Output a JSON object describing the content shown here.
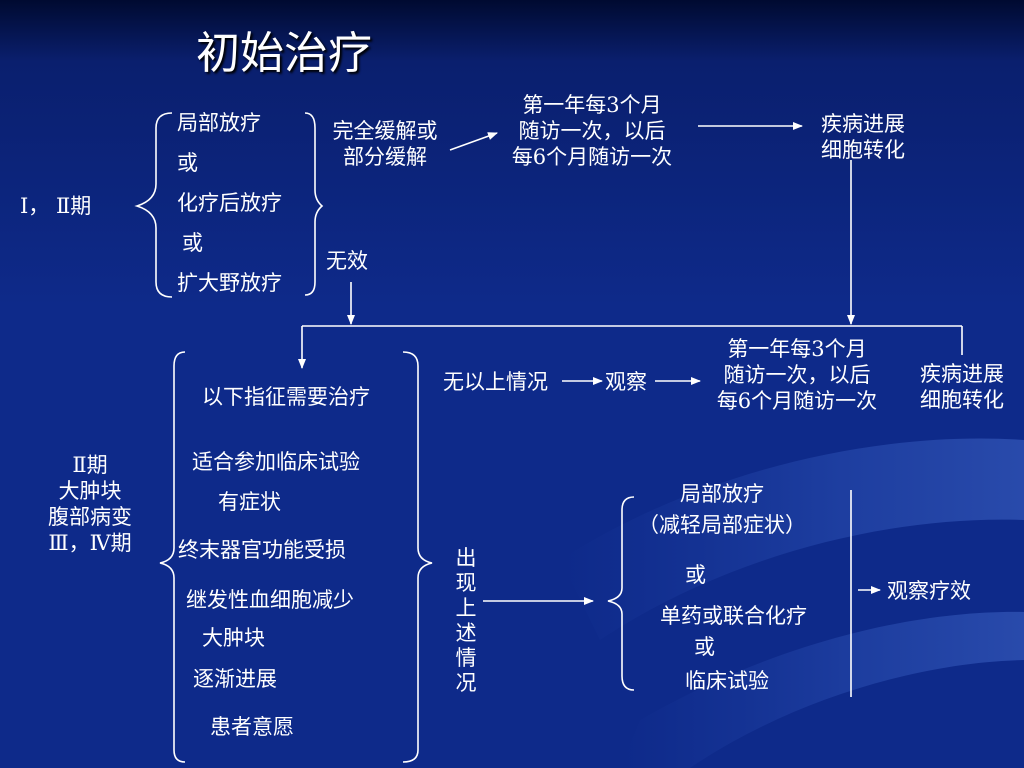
{
  "title": "初始治疗",
  "stage12": "Ⅰ， Ⅱ期",
  "initial_options": [
    "局部放疗",
    "或",
    "化疗后放疗",
    "或",
    "扩大野放疗"
  ],
  "remission": [
    "完全缓解或",
    "部分缓解"
  ],
  "followup_top": [
    "第一年每3个月",
    "随访一次，以后",
    "每6个月随访一次"
  ],
  "progress_top": [
    "疾病进展",
    "细胞转化"
  ],
  "ineffective": "无效",
  "advanced_stage": [
    "Ⅱ期",
    "大肿块",
    "腹部病变",
    "Ⅲ，Ⅳ期"
  ],
  "indications": [
    "以下指征需要治疗",
    "适合参加临床试验",
    "有症状",
    "终末器官功能受损",
    "继发性血细胞减少",
    "大肿块",
    "逐渐进展",
    "患者意愿"
  ],
  "none_above": "无以上情况",
  "observe": "观察",
  "followup_mid": [
    "第一年每3个月",
    "随访一次，以后",
    "每6个月随访一次"
  ],
  "progress_mid": [
    "疾病进展",
    "细胞转化"
  ],
  "occurs": "出现上述情况",
  "treatment_options": [
    "局部放疗",
    "（减轻局部症状）",
    "或",
    "单药或联合化疗",
    "或",
    "临床试验"
  ],
  "observe_effect": "观察疗效",
  "colors": {
    "background": "#0e2a8a",
    "text": "#ffffff",
    "line": "#ffffff"
  }
}
